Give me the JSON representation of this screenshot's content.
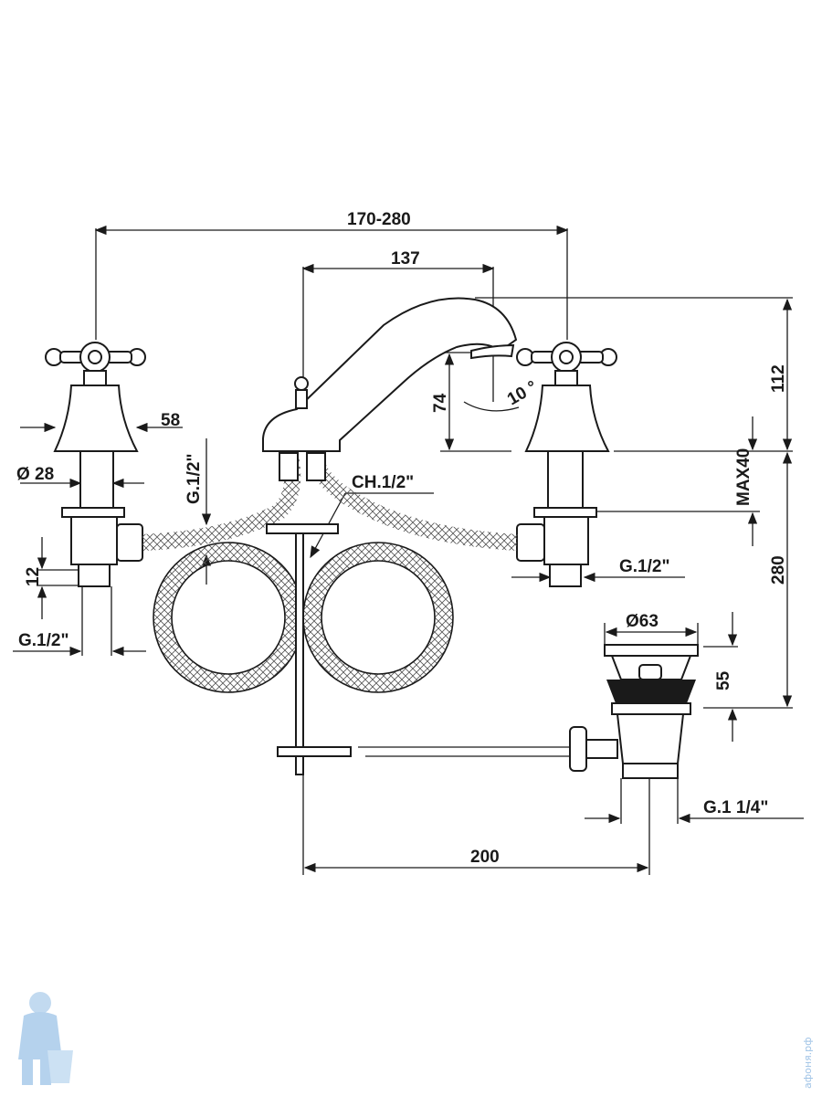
{
  "drawing": {
    "title": "",
    "dimensions": {
      "handles_spacing": "170-280",
      "spout_reach": "137",
      "spout_height_total": "112",
      "spout_clearance": "74",
      "spout_angle": "10 °",
      "handle_base_width": "58",
      "shank_diameter": "Ø 28",
      "left_inlet_thread_top": "G.1/2\"",
      "hose_thread": "CH.1/2\"",
      "max_deck_thickness": "MAX40",
      "right_inlet_thread": "G.1/2\"",
      "deck_to_drain": "280",
      "connector_height": "12",
      "left_inlet_thread_bottom": "G.1/2\"",
      "drain_diameter": "Ø63",
      "drain_height": "55",
      "drain_thread": "G.1 1/4\"",
      "rod_length": "200"
    }
  },
  "watermark": {
    "logo_icon": "plumber-mascot-icon",
    "text": "афоня.рф",
    "color": "#9fc3e6"
  }
}
